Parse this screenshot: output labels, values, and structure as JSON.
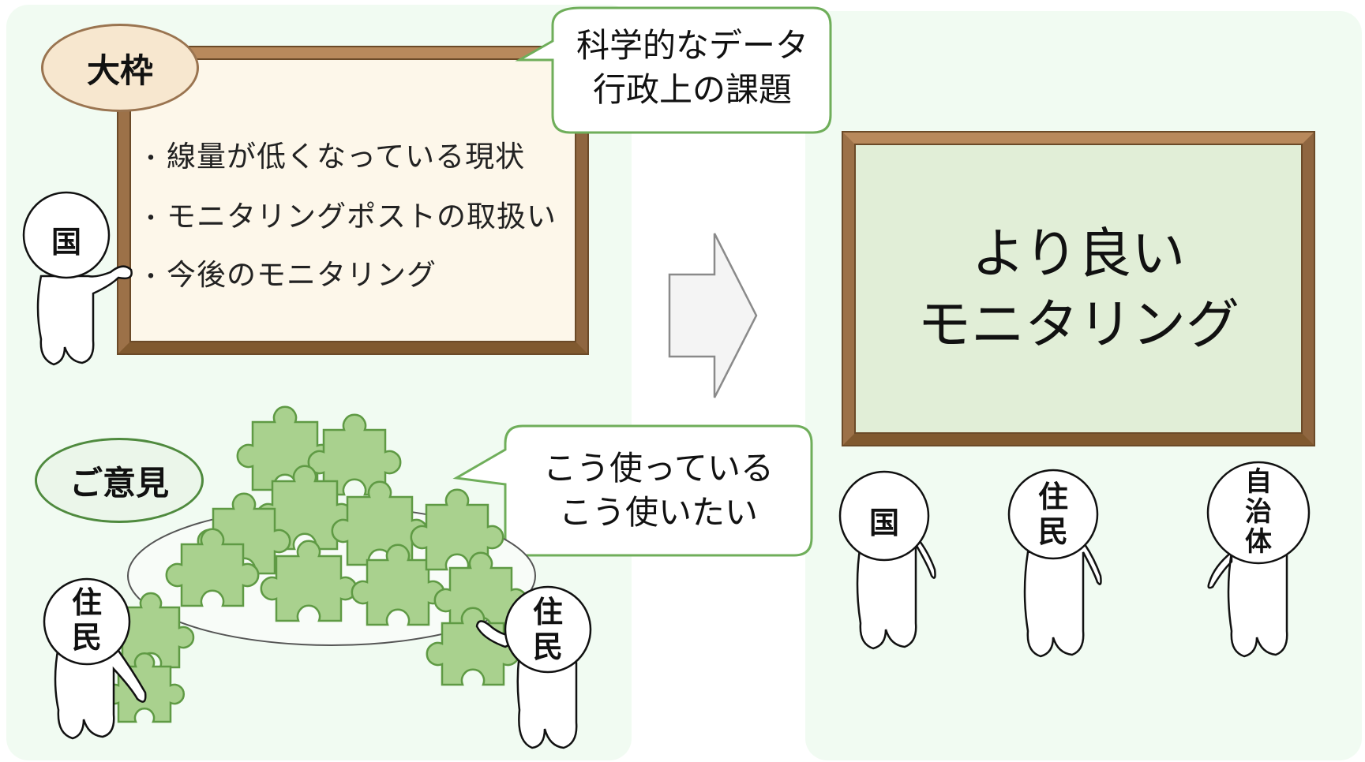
{
  "left_board": {
    "tag": "大枠",
    "bullets": [
      "線量が低くなっている現状",
      "モニタリングポストの取扱い",
      "今後のモニタリング"
    ],
    "bullet_mark": "・"
  },
  "callout_top": {
    "lines": [
      "科学的なデータ",
      "行政上の課題"
    ]
  },
  "opinions": {
    "tag": "ご意見"
  },
  "callout_bottom": {
    "lines": [
      "こう使っている",
      "こう使いたい"
    ]
  },
  "right_board": {
    "lines": [
      "より良い",
      "モニタリング"
    ]
  },
  "figures": {
    "kuni_left": "国",
    "jumin_left": [
      "住",
      "民"
    ],
    "jumin_right": [
      "住",
      "民"
    ],
    "kuni_right": "国",
    "jumin_mid": [
      "住",
      "民"
    ],
    "jichitai": [
      "自",
      "治",
      "体"
    ]
  },
  "colors": {
    "panel_bg": "#f1fbf2",
    "board_frame": "#a87d52",
    "left_board_bg": "#fdf7ea",
    "right_board_bg": "#e1eed7",
    "callout_border": "#6fae5a",
    "puzzle_fill": "#a9d18e",
    "puzzle_stroke": "#5f9a44"
  }
}
